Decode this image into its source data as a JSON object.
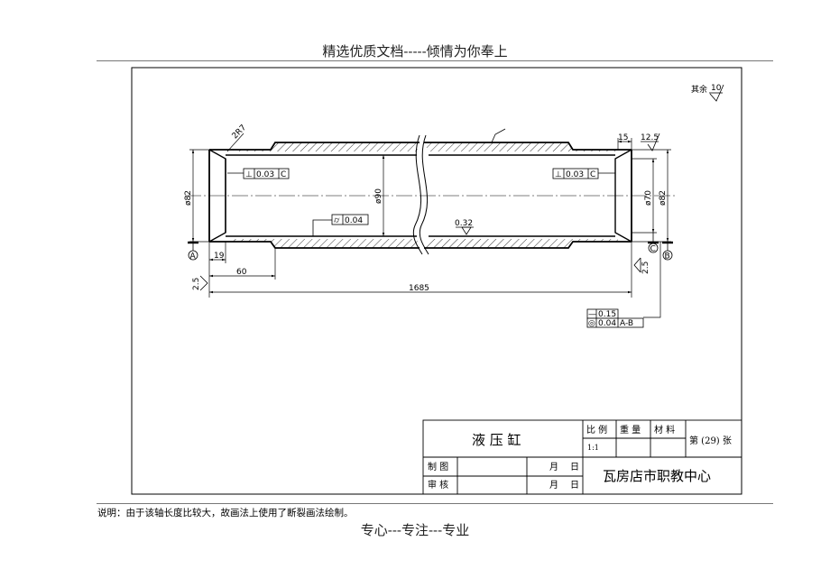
{
  "page": {
    "header": "精选优质文档-----倾情为你奉上",
    "footer": "专心---专注---专业",
    "note": "说明：由于该轴长度比较大，故画法上使用了断裂画法绘制。"
  },
  "drawing": {
    "surface_finish_rest": {
      "label": "其余",
      "value": "10"
    },
    "dimensions": {
      "chamfer": "2R7",
      "left_dia": "ø82",
      "bore_dia": "ø90",
      "right_bore_dia": "ø70",
      "right_dia": "ø82",
      "len_19": "19",
      "len_60": "60",
      "total_length": "1685",
      "len_15": "15"
    },
    "roughness": {
      "left_end": "2.5",
      "right_end": "2.5",
      "outer": "12.5",
      "bore": "0.32"
    },
    "tolerances": {
      "perp_left": {
        "symbol": "⊥",
        "value": "0.03",
        "datum": "C"
      },
      "perp_right": {
        "symbol": "⊥",
        "value": "0.03",
        "datum": "C"
      },
      "cylindricity": {
        "symbol": "⌭",
        "value": "0.04"
      },
      "straightness": {
        "symbol": "—",
        "value": "0.15"
      },
      "coaxiality": {
        "symbol": "◎",
        "value": "0.04",
        "datum": "A-B"
      }
    },
    "datums": {
      "a": "A",
      "b": "B",
      "c": "C"
    }
  },
  "title_block": {
    "part_name": "液 压 缸",
    "scale_label": "比 例",
    "weight_label": "重 量",
    "material_label": "材 料",
    "scale_value": "1:1",
    "sheet_label": "第 (29) 张",
    "drawn_label": "制 图",
    "checked_label": "审 核",
    "month": "月",
    "day": "日",
    "org": "瓦房店市职教中心"
  }
}
